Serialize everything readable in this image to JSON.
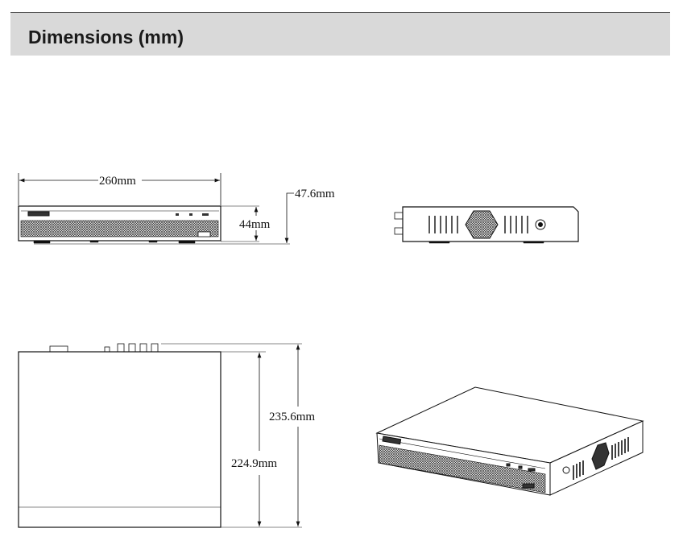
{
  "header": {
    "title": "Dimensions (mm)"
  },
  "dimensions": {
    "width": "260mm",
    "height": "44mm",
    "height_with_feet": "47.6mm",
    "depth": "224.9mm",
    "depth_with_connectors": "235.6mm"
  }
}
